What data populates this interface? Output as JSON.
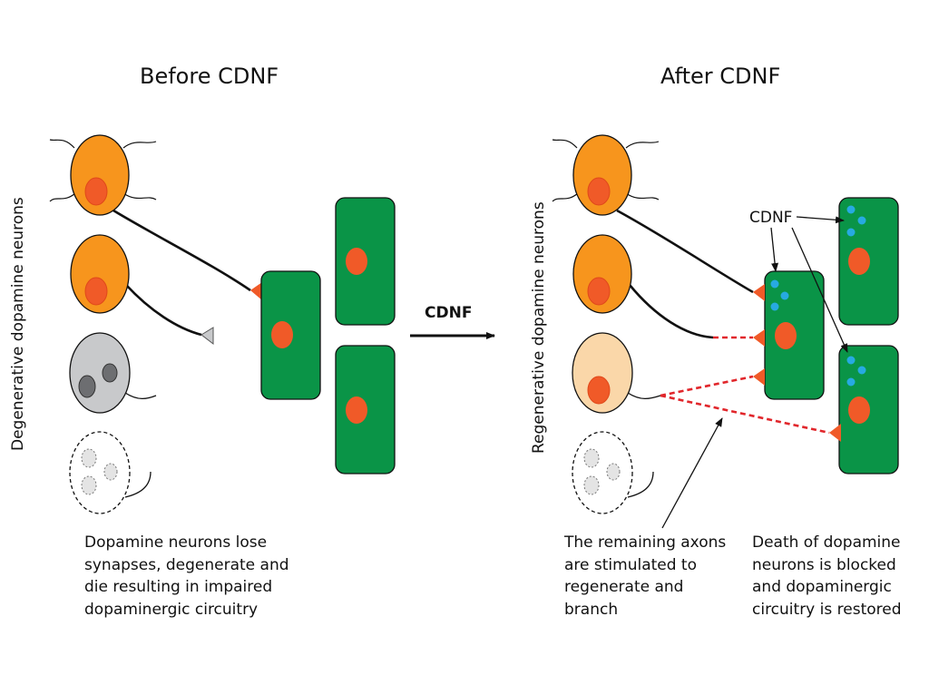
{
  "panels": {
    "before": {
      "title": "Before CDNF",
      "side_label": "Degenerative dopamine neurons",
      "caption": "Dopamine neurons lose\nsynapses, degenerate and\ndie resulting in impaired\ndopaminergic circuitry"
    },
    "after": {
      "title": "After CDNF",
      "side_label": "Regenerative dopamine neurons",
      "caption_axons": "The remaining axons\nare stimulated to\nregenerate and\nbranch",
      "caption_death": "Death of dopamine\nneurons is blocked\nand dopaminergic\ncircuitry is restored"
    }
  },
  "arrow": {
    "label": "CDNF"
  },
  "annotation": {
    "cdnf_label": "CDNF"
  },
  "colors": {
    "neuron_orange": "#f7951d",
    "neuron_pale": "#fad7a9",
    "nucleus_red": "#f05a28",
    "target_green": "#0a9447",
    "degenerating_grey": "#c8c9cb",
    "fading_grey": "#e4e4e4",
    "cdnf_blue": "#27aae1",
    "regrowth_red": "#e1262b"
  }
}
